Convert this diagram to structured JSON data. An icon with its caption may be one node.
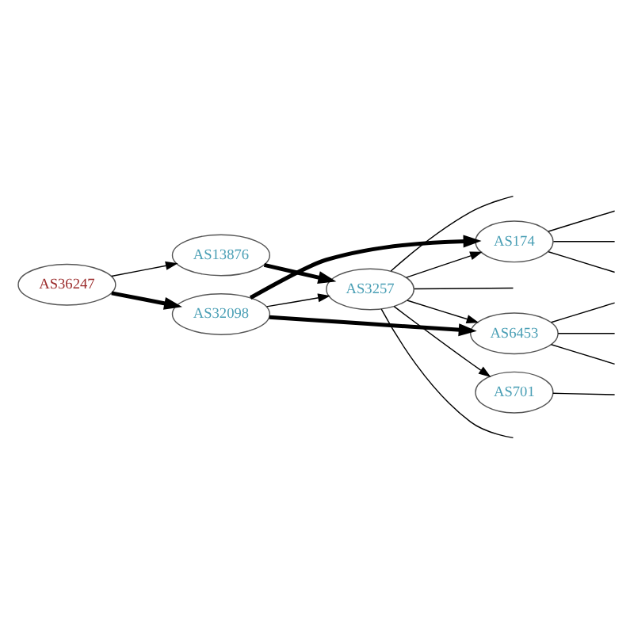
{
  "diagram": {
    "nodes": [
      {
        "text": [
          "AS36247"
        ]
      },
      {
        "text": [
          "AS13876"
        ]
      },
      {
        "text": [
          "AS32098"
        ]
      },
      {
        "text": [
          "AS3257"
        ]
      },
      {
        "text": [
          "AS174"
        ]
      },
      {
        "text": [
          "AS6453"
        ]
      },
      {
        "text": [
          "AS701"
        ]
      }
    ],
    "edges": [
      {
        "from": 0,
        "to": 1,
        "arrow": "to"
      },
      {
        "from": 0,
        "to": 2,
        "arrow": "to",
        "style": "thick"
      },
      {
        "from": 1,
        "to": 3,
        "arrow": "to",
        "style": "thick"
      },
      {
        "from": 2,
        "to": 4,
        "arrow": "to",
        "style": "thick"
      },
      {
        "from": 2,
        "to": 3,
        "arrow": "to"
      },
      {
        "from": 2,
        "to": 5,
        "arrow": "to",
        "style": "thick"
      },
      {
        "from": 3,
        "to": null,
        "arrow": "none"
      },
      {
        "from": 3,
        "to": 4,
        "arrow": "to"
      },
      {
        "from": 3,
        "to": null,
        "arrow": "none"
      },
      {
        "from": 3,
        "to": 5,
        "arrow": "to"
      },
      {
        "from": 3,
        "to": 6,
        "arrow": "to"
      },
      {
        "from": 3,
        "to": null,
        "arrow": "none"
      },
      {
        "from": 4,
        "to": null,
        "arrow": "none"
      },
      {
        "from": 4,
        "to": null,
        "arrow": "none"
      },
      {
        "from": 4,
        "to": null,
        "arrow": "none"
      },
      {
        "from": 5,
        "to": null,
        "arrow": "none"
      },
      {
        "from": 5,
        "to": null,
        "arrow": "none"
      },
      {
        "from": 5,
        "to": null,
        "arrow": "none"
      },
      {
        "from": 6,
        "to": null,
        "arrow": "none"
      }
    ]
  }
}
